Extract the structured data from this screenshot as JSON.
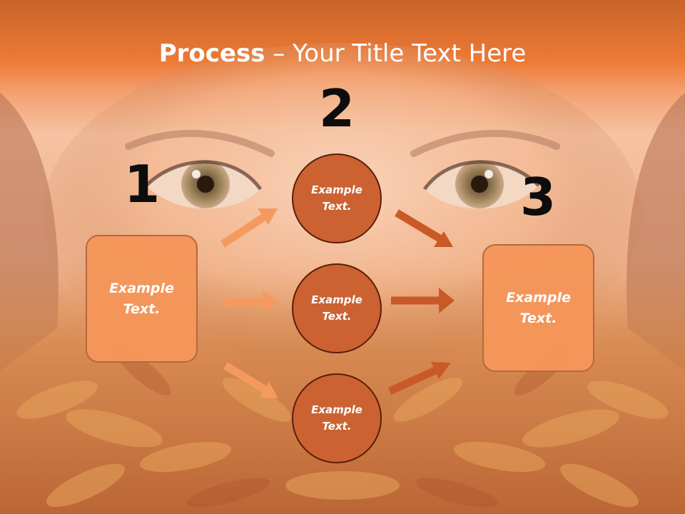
{
  "title": {
    "bold": "Process",
    "rest": " – Your Title Text Here"
  },
  "steps": [
    {
      "number": "1",
      "label": "Example Text."
    },
    {
      "number": "2",
      "label": "Example Text."
    },
    {
      "number": "3",
      "label": "Example Text."
    }
  ],
  "middle_circles": [
    {
      "label": "Example Text."
    },
    {
      "label": "Example Text."
    },
    {
      "label": "Example Text."
    }
  ],
  "colors": {
    "title_band": "#f07a34",
    "box_fill": "#f5965a",
    "circle_fill": "#cc6232",
    "arrow_left": "#f59a5e",
    "arrow_right": "#c95a28"
  }
}
